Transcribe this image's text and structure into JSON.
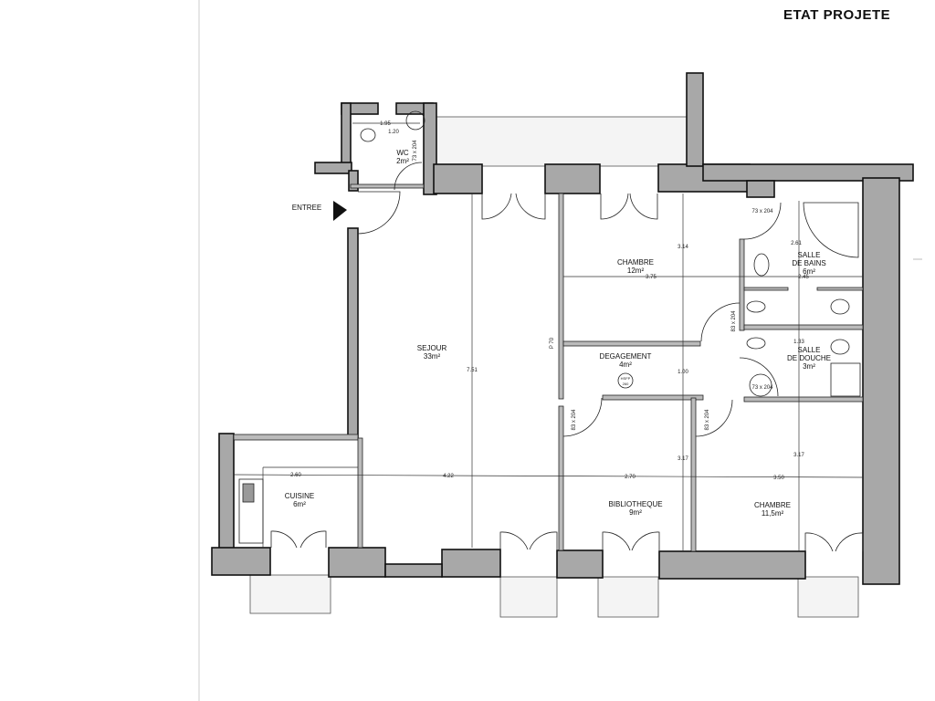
{
  "header": {
    "title": "ETAT PROJETE",
    "ghost_text": "..."
  },
  "entry": {
    "label": "ENTREE",
    "icon": "entry-arrow-icon"
  },
  "rooms": {
    "wc": {
      "name": "WC",
      "area": "2m²"
    },
    "sejour": {
      "name": "SEJOUR",
      "area": "33m²"
    },
    "chambre1": {
      "name": "CHAMBRE",
      "area": "12m²"
    },
    "degagement": {
      "name": "DEGAGEMENT",
      "area": "4m²"
    },
    "salle_bains": {
      "name1": "SALLE",
      "name2": "DE BAINS",
      "area": "6m²"
    },
    "salle_douche": {
      "name1": "SALLE",
      "name2": "DE DOUCHE",
      "area": "3m²"
    },
    "cuisine": {
      "name": "CUISINE",
      "area": "6m²"
    },
    "bibliotheque": {
      "name": "BIBLIOTHEQUE",
      "area": "9m²"
    },
    "chambre2": {
      "name": "CHAMBRE",
      "area": "11,5m²"
    }
  },
  "dimensions": {
    "wc_w": "1.95",
    "wc_h": "1.20",
    "wc_door": "73 x 204",
    "sejour_depth": "7.51",
    "chambre1_depth": "3.14",
    "chambre1_w": "3.75",
    "bains_depth": "2.61",
    "bains_w": "2.45",
    "douche_depth": "1.33",
    "deg_depth": "1.00",
    "deg_opening": "P 70",
    "hsfp": "HSFP",
    "hsfp_val": "260",
    "door_bains": "73 x 204",
    "door_douche": "73 x 204",
    "door_bains2": "83 x 204",
    "door_biblio": "83 x 204",
    "door_ch2": "83 x 204",
    "cuisine_w": "2.60",
    "sejour_w": "4.22",
    "biblio_w": "2.70",
    "chambre2_w": "3.50",
    "biblio_depth": "3.17",
    "chambre2_depth": "3.17"
  }
}
